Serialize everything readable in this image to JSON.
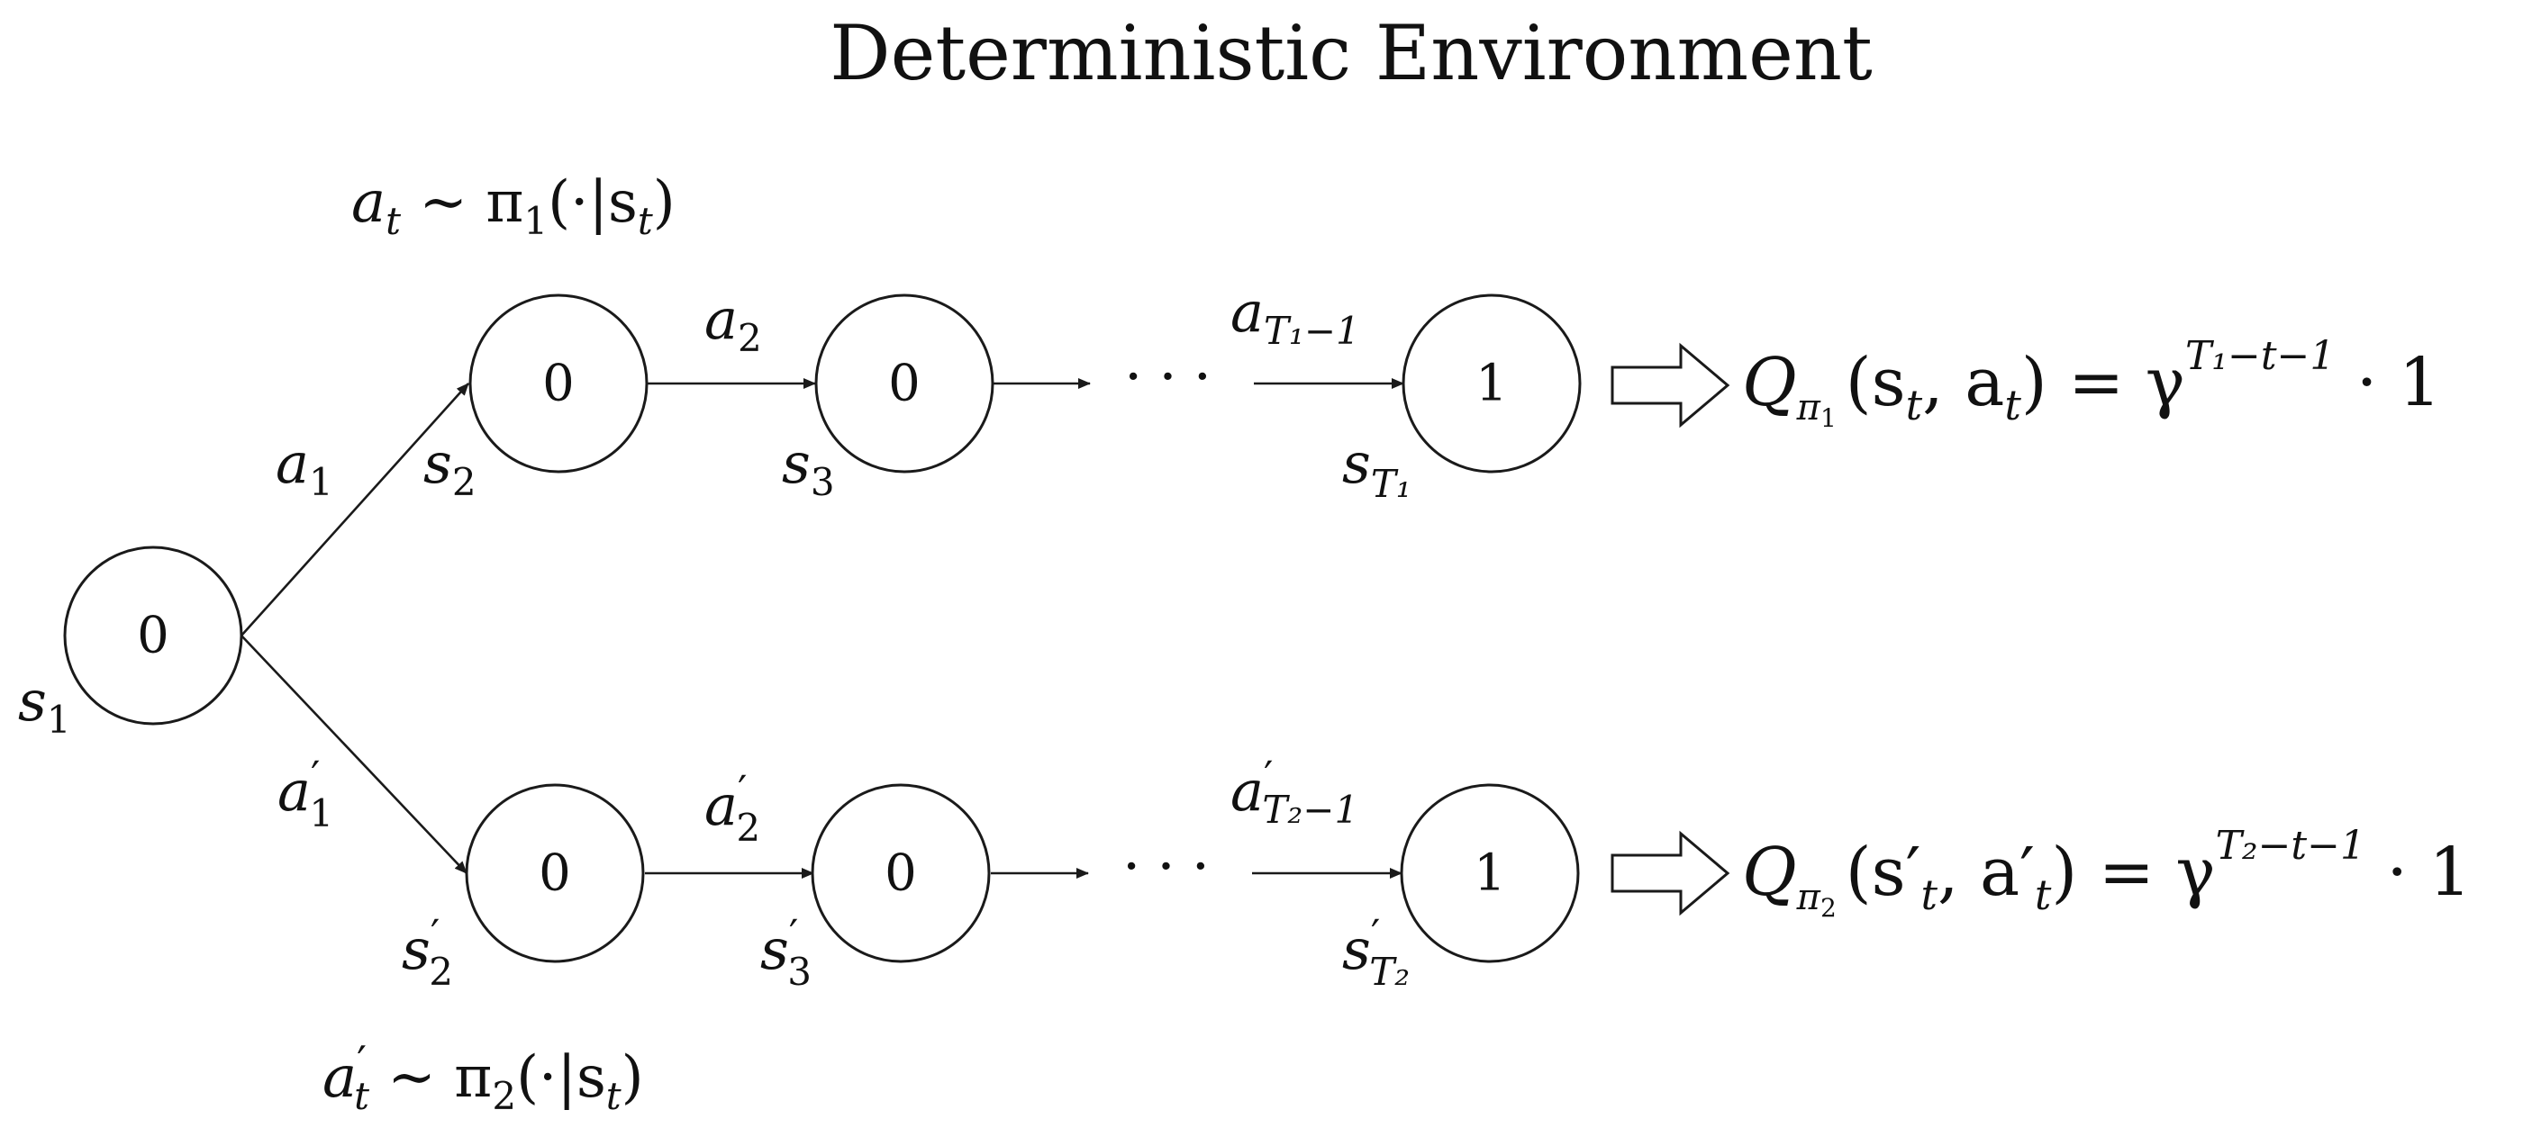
{
  "title": "Deterministic Environment",
  "nodes": {
    "s1": "0",
    "top": [
      "0",
      "0",
      "1"
    ],
    "bottom": [
      "0",
      "0",
      "1"
    ]
  },
  "ellipsis": "···",
  "labels": {
    "s": "s",
    "a": "a",
    "prime": "′",
    "one": "1",
    "two": "2",
    "three": "3",
    "T1_minus_1": "T₁−1",
    "T2_minus_1": "T₂−1",
    "T1": "T₁",
    "T2": "T₂"
  },
  "policies": {
    "top": {
      "lhs": "a",
      "sub": "t",
      "rest": " ∼ π",
      "pi_sub": "1",
      "arg": "(·|s",
      "arg_sub": "t",
      "close": ")"
    },
    "bottom": {
      "lhs": "a",
      "prime": "′",
      "sub": "t",
      "rest": " ∼ π",
      "pi_sub": "2",
      "arg": "(·|s",
      "arg_sub": "t",
      "close": ")"
    }
  },
  "q_values": {
    "top": {
      "Q": "Q",
      "pi": "π",
      "pi_sub": "1",
      "args": "(s",
      "t": "t",
      "comma": ", a",
      "close": ") = γ",
      "exp": "T₁−t−1",
      "tail": " · 1"
    },
    "bottom": {
      "Q": "Q",
      "pi": "π",
      "pi_sub": "2",
      "args": "(s′",
      "t": "t",
      "comma": ", a′",
      "close": ") = γ",
      "exp": "T₂−t−1",
      "tail": " · 1"
    }
  },
  "colors": {
    "stroke": "#1a1a1a",
    "text": "#111111",
    "background": "#ffffff"
  }
}
